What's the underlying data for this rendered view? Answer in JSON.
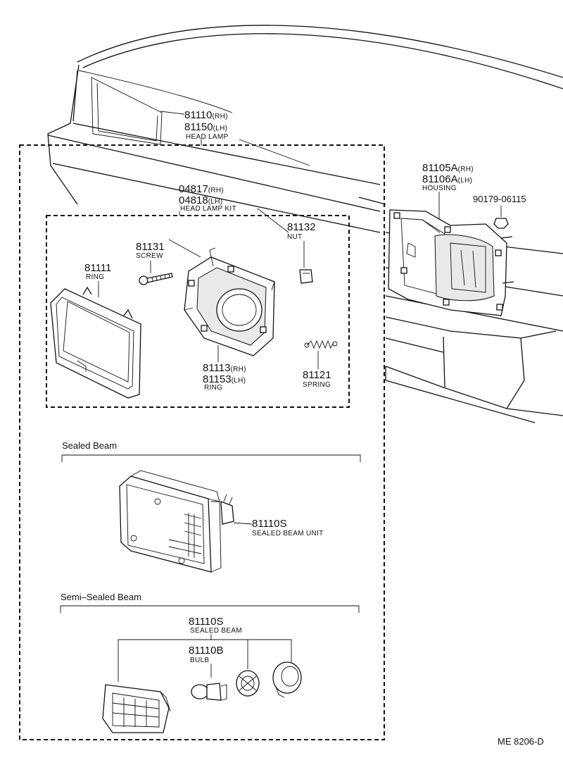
{
  "callouts": {
    "head_lamp": {
      "number_rh": "81110",
      "suffix_rh": "(RH)",
      "number_lh": "81150",
      "suffix_lh": "(LH)",
      "name": "HEAD LAMP"
    },
    "head_lamp_kit": {
      "number_rh": "04817",
      "suffix_rh": "(RH)",
      "number_lh": "04818",
      "suffix_lh": "(LH)",
      "name": "HEAD LAMP KIT"
    },
    "housing": {
      "number_rh": "81105A",
      "suffix_rh": "(RH)",
      "number_lh": "81106A",
      "suffix_lh": "(LH)",
      "name": "HOUSING"
    },
    "bolt": {
      "number": "90179-06115"
    },
    "nut": {
      "number": "81132",
      "name": "NUT"
    },
    "screw": {
      "number": "81131",
      "name": "SCREW"
    },
    "ring_outer": {
      "number": "81111",
      "name": "RING"
    },
    "ring_inner": {
      "number_rh": "81113",
      "suffix_rh": "(RH)",
      "number_lh": "81153",
      "suffix_lh": "(LH)",
      "name": "RING"
    },
    "spring": {
      "number": "81121",
      "name": "SPRING"
    },
    "sealed_beam_unit": {
      "number": "81110S",
      "name": "SEALED BEAM UNIT"
    },
    "semi_sealed_beam": {
      "number": "81110S",
      "name": "SEALED BEAM"
    },
    "bulb": {
      "number": "81110B",
      "name": "BULB"
    }
  },
  "sections": {
    "sealed_beam": "Sealed Beam",
    "semi_sealed_beam": "Semi–Sealed Beam"
  },
  "diagram_code": "ME 8206-D"
}
